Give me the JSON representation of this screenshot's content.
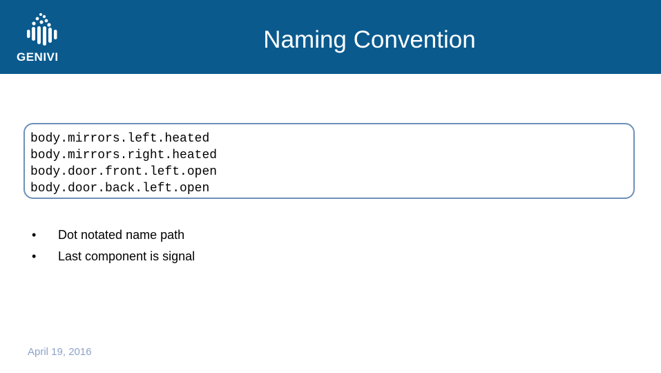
{
  "header": {
    "logo_text": "GENIVI",
    "title": "Naming Convention",
    "background": "#0a5a8e"
  },
  "code_box": {
    "lines": [
      "body.mirrors.left.heated",
      "body.mirrors.right.heated",
      "body.door.front.left.open",
      "body.door.back.left.open"
    ],
    "border_color": "#6d8fb8"
  },
  "bullets": {
    "items": [
      {
        "marker": "•",
        "text": "Dot notated name path"
      },
      {
        "marker": "•",
        "text": "Last component is signal"
      }
    ]
  },
  "footer": {
    "date": "April 19, 2016"
  }
}
